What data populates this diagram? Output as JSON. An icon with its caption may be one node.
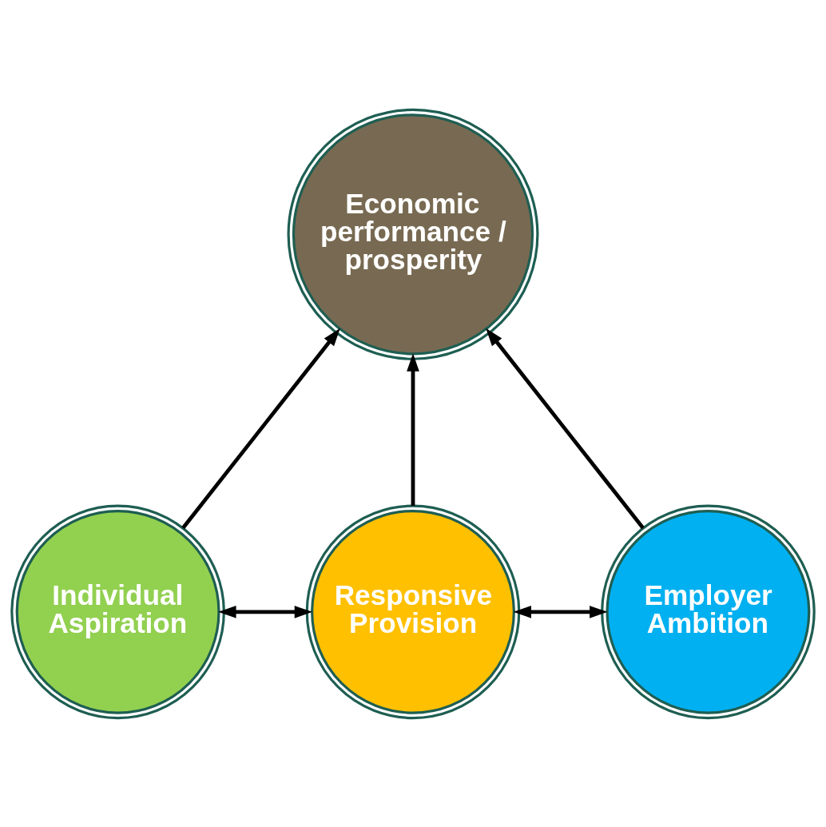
{
  "diagram": {
    "nodes": [
      {
        "text": [
          "Economic performance / prosperity"
        ]
      },
      {
        "text": [
          "Individual Aspiration"
        ]
      },
      {
        "text": [
          "Responsive Provision"
        ]
      },
      {
        "text": [
          "Employer Ambition"
        ]
      }
    ],
    "edges": [
      {
        "from": 1,
        "to": 0,
        "arrow": "to"
      },
      {
        "from": 2,
        "to": 0,
        "arrow": "to"
      },
      {
        "from": 3,
        "to": 0,
        "arrow": "to"
      },
      {
        "from": 1,
        "to": 2,
        "arrow": "both"
      },
      {
        "from": 2,
        "to": 3,
        "arrow": "both"
      }
    ]
  }
}
